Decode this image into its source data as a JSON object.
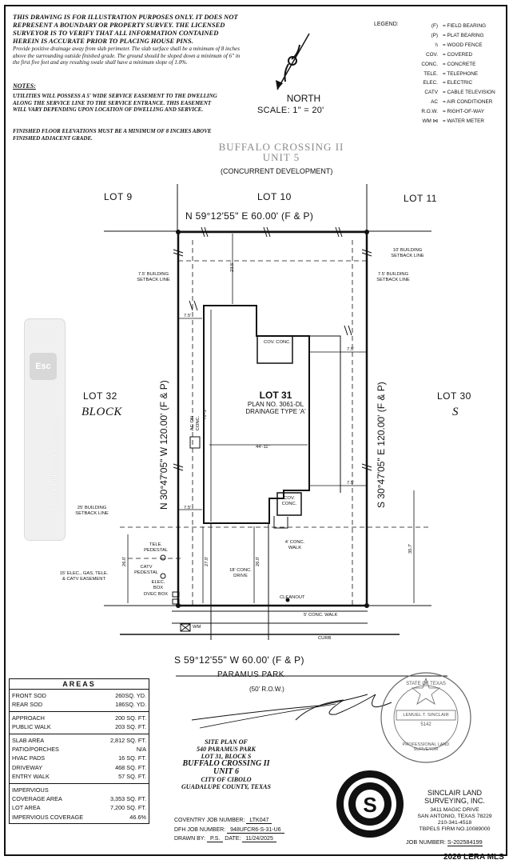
{
  "disclaimer": "THIS DRAWING IS FOR ILLUSTRATION PURPOSES ONLY. IT DOES NOT REPRESENT A BOUNDARY OR PROPERTY SURVEY. THE LICENSED SURVEYOR IS TO VERIFY THAT ALL INFORMATION CONTAINED HEREIN IS ACCURATE PRIOR TO PLACING HOUSE PINS.",
  "drainage_note": "Provide positive drainage away from slab perimeter. The slab surface shall be a minimum of 8 inches above the surrounding outside finished grade. The ground should be sloped down a minimum of 6\" in the first five feet and any resulting swale shall have a minimum slope of 1.0%.",
  "notes_title": "NOTES:",
  "note_utilities": "UTILITIES WILL POSSESS A 5' WIDE SERVICE EASEMENT TO THE DWELLING ALONG THE SERVICE LINE TO THE SERVICE ENTRANCE. THIS EASEMENT WILL VARY DEPENDING UPON LOCATION OF DWELLING AND SERVICE.",
  "note_floor": "FINISHED FLOOR ELEVATIONS MUST BE A MINIMUM OF 8 INCHES ABOVE FINISHED ADJACENT GRADE.",
  "legend_title": "LEGEND:",
  "legend": [
    {
      "k": "(F)",
      "v": "= FIELD BEARING"
    },
    {
      "k": "(P)",
      "v": "= PLAT BEARING"
    },
    {
      "k": "\\\\",
      "v": "= WOOD FENCE"
    },
    {
      "k": "COV.",
      "v": "= COVERED"
    },
    {
      "k": "CONC.",
      "v": "= CONCRETE"
    },
    {
      "k": "TELE.",
      "v": "= TELEPHONE"
    },
    {
      "k": "ELEC.",
      "v": "= ELECTRIC"
    },
    {
      "k": "CATV",
      "v": "= CABLE TELEVISION"
    },
    {
      "k": "AC",
      "v": "= AIR CONDITIONER"
    },
    {
      "k": "R.O.W.",
      "v": "= RIGHT-OF-WAY"
    },
    {
      "k": "WM ⋈",
      "v": "= WATER METER"
    }
  ],
  "north": "NORTH",
  "scale": "SCALE: 1\" = 20'",
  "subdivision_line1": "BUFFALO CROSSING II",
  "subdivision_line2": "UNIT 5",
  "concurrent": "(CONCURRENT DEVELOPMENT)",
  "lots": {
    "lot9": "LOT 9",
    "lot10": "LOT 10",
    "lot11": "LOT 11",
    "lot32": "LOT 32",
    "lot30": "LOT 30",
    "block": "BLOCK",
    "block_letter": "S"
  },
  "bearings": {
    "north": "N 59°12'55\" E 60.00' (F & P)",
    "south": "S 59°12'55\" W 60.00' (F & P)",
    "west": "N 30°47'05\" W 120.00' (F & P)",
    "east": "S 30°47'05\" E 120.00' (F & P)"
  },
  "lot31": {
    "title": "LOT 31",
    "plan": "PLAN NO. 3061-DL",
    "drainage": "DRAINAGE TYPE 'A'"
  },
  "labels": {
    "setback_10": "10' BUILDING SETBACK LINE",
    "setback_75_left": "7.5' BUILDING SETBACK LINE",
    "setback_75_right": "7.5' BUILDING SETBACK LINE",
    "setback_25": "25' BUILDING SETBACK LINE",
    "dim_235": "23.5'",
    "dim_75a": "7.5'",
    "dim_75b": "7.5'",
    "dim_75c": "7.5'",
    "dim_75d": "7.5'",
    "dim_width": "44'-11\"",
    "dim_depth": "70'-3\"",
    "dim_270": "27.0'",
    "dim_260a": "26.0'",
    "dim_260b": "26.0'",
    "dim_357": "35.7'",
    "cov_conc_top": "COV. CONC.",
    "cov_conc_bottom": "COV. CONC.",
    "ac_pad": "AC ON CONC.",
    "conc_walk_4": "4' CONC. WALK",
    "conc_drive": "18' CONC. DRIVE",
    "tele_pedestal": "TELE. PEDESTAL",
    "catv_pedestal": "CATV PEDESTAL",
    "elec_box": "ELEC. BOX",
    "dvec_box": "DVEC BOX",
    "easement": "15' ELEC., GAS, TELE. & CATV EASEMENT",
    "cleanout": "CLEANOUT",
    "conc_walk_5": "5' CONC. WALK",
    "curb": "CURB",
    "wm": "WM",
    "street": "PARAMUS PARK",
    "row": "(50' R.O.W.)"
  },
  "areas": {
    "title": "AREAS",
    "groups": [
      [
        {
          "k": "FRONT SOD",
          "v": "260SQ. YD."
        },
        {
          "k": "REAR SOD",
          "v": "186SQ. YD."
        }
      ],
      [
        {
          "k": "APPROACH",
          "v": "200 SQ. FT."
        },
        {
          "k": "PUBLIC WALK",
          "v": "203 SQ. FT."
        }
      ],
      [
        {
          "k": "SLAB AREA",
          "v": "2,812 SQ. FT."
        },
        {
          "k": "PATIO/PORCHES",
          "v": "N/A"
        },
        {
          "k": "HVAC PADS",
          "v": "16 SQ. FT."
        },
        {
          "k": "DRIVEWAY",
          "v": "468 SQ. FT."
        },
        {
          "k": "ENTRY WALK",
          "v": "57 SQ. FT."
        }
      ],
      [
        {
          "k": "IMPERVIOUS",
          "v": ""
        },
        {
          "k": "COVERAGE AREA",
          "v": "3,353 SQ. FT."
        },
        {
          "k": "LOT AREA",
          "v": "7,200 SQ. FT."
        },
        {
          "k": "IMPERVIOUS COVERAGE",
          "v": "46.6%"
        }
      ]
    ]
  },
  "title_block": {
    "l1": "SITE PLAN OF",
    "l2": "540 PARAMUS PARK",
    "l3": "LOT 31, BLOCK S",
    "l4": "BUFFALO CROSSING II",
    "l5": "UNIT 6",
    "l6": "CITY OF CIBOLO",
    "l7": "GUADALUPE COUNTY, TEXAS"
  },
  "jobs": {
    "coventry_label": "COVENTRY JOB NUMBER:",
    "coventry": "LTK047",
    "dfh_label": "DFH JOB NUMBER:",
    "dfh": "948UFCR6-S-31-U6",
    "drawn_label": "DRAWN BY:",
    "drawn": "P.S.",
    "date_label": "DATE:",
    "date": "11/24/2025"
  },
  "company": {
    "name1": "SINCLAIR LAND",
    "name2": "SURVEYING, INC.",
    "address1": "3411 MAGIC DRIVE",
    "address2": "SAN ANTONIO, TEXAS 78229",
    "phone": "210-341-4518",
    "firm": "TBPELS FIRM NO.10089000",
    "job_label": "JOB NUMBER:",
    "job": "S-202584199"
  },
  "seal": {
    "state": "STATE OF TEXAS",
    "name": "LEMUEL T. SINCLAIR",
    "number": "5142",
    "profession": "PROFESSIONAL LAND SURVEYOR"
  },
  "overlay": {
    "esc_key": "Esc",
    "message": "To exit full screen, press"
  },
  "watermark": "2026 LERA MLS"
}
